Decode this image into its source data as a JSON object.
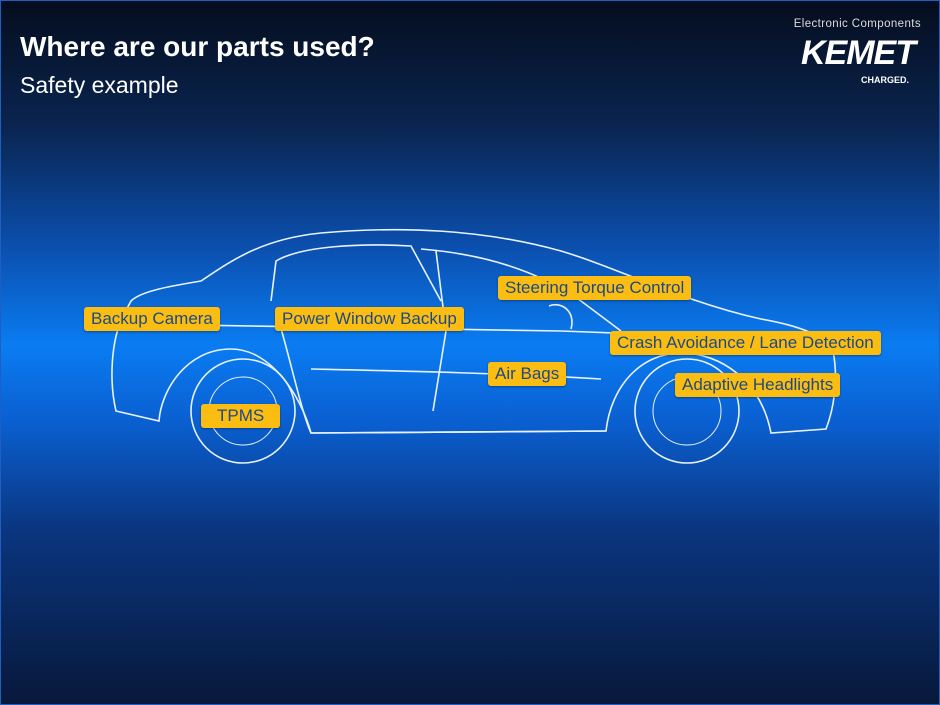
{
  "title": "Where are our parts used?",
  "subtitle": "Safety example",
  "logo": {
    "tagline": "Electronic Components",
    "brand": "KEMET",
    "slogan": "CHARGED."
  },
  "labels": {
    "backup_camera": "Backup Camera",
    "power_window": "Power Window Backup",
    "steering": "Steering Torque Control",
    "crash": "Crash Avoidance / Lane Detection",
    "air_bags": "Air Bags",
    "headlights": "Adaptive Headlights",
    "tpms": "TPMS"
  },
  "colors": {
    "label_bg": "#fcbd12",
    "label_text": "#1c4a86",
    "bright_blue": "#0a7cf2"
  }
}
